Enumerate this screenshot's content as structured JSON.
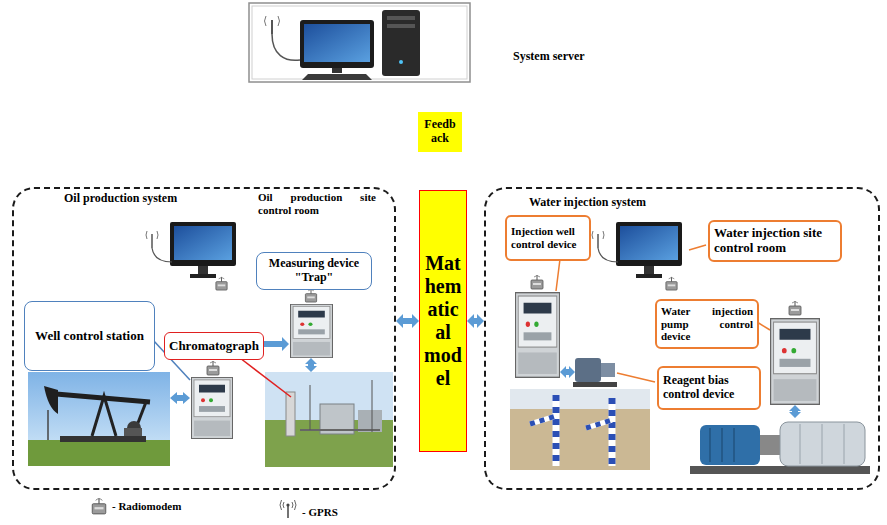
{
  "diagram": {
    "nodes": [
      {
        "text": [
          "Feedb ack"
        ]
      },
      {
        "text": [
          "Oil production system"
        ]
      },
      {
        "text": [
          "Well control station"
        ],
        "in": 1
      },
      {
        "text": [
          "Measuring device \"Trap\""
        ],
        "in": 1
      },
      {
        "text": [
          "Chromatograph"
        ],
        "in": 1
      },
      {
        "text": [
          "Mat hem atic al mod el"
        ]
      },
      {
        "text": [
          "Water injection system"
        ]
      },
      {
        "text": [
          "Injection well control device"
        ],
        "in": 6
      },
      {
        "text": [
          "Water injection site control room"
        ],
        "in": 6
      },
      {
        "text": [
          "Water injection pump control device"
        ],
        "in": 6
      },
      {
        "text": [
          "Reagent bias control device"
        ],
        "in": 6
      }
    ],
    "edges": [
      {
        "from": 1,
        "to": 5,
        "arrow": "both"
      },
      {
        "from": 5,
        "to": 6,
        "arrow": "both"
      }
    ],
    "labels": [
      "System server",
      "Oil production site control room"
    ],
    "legend": [
      {
        "text": "- Radiomodem"
      },
      {
        "text": "- GPRS"
      }
    ]
  }
}
